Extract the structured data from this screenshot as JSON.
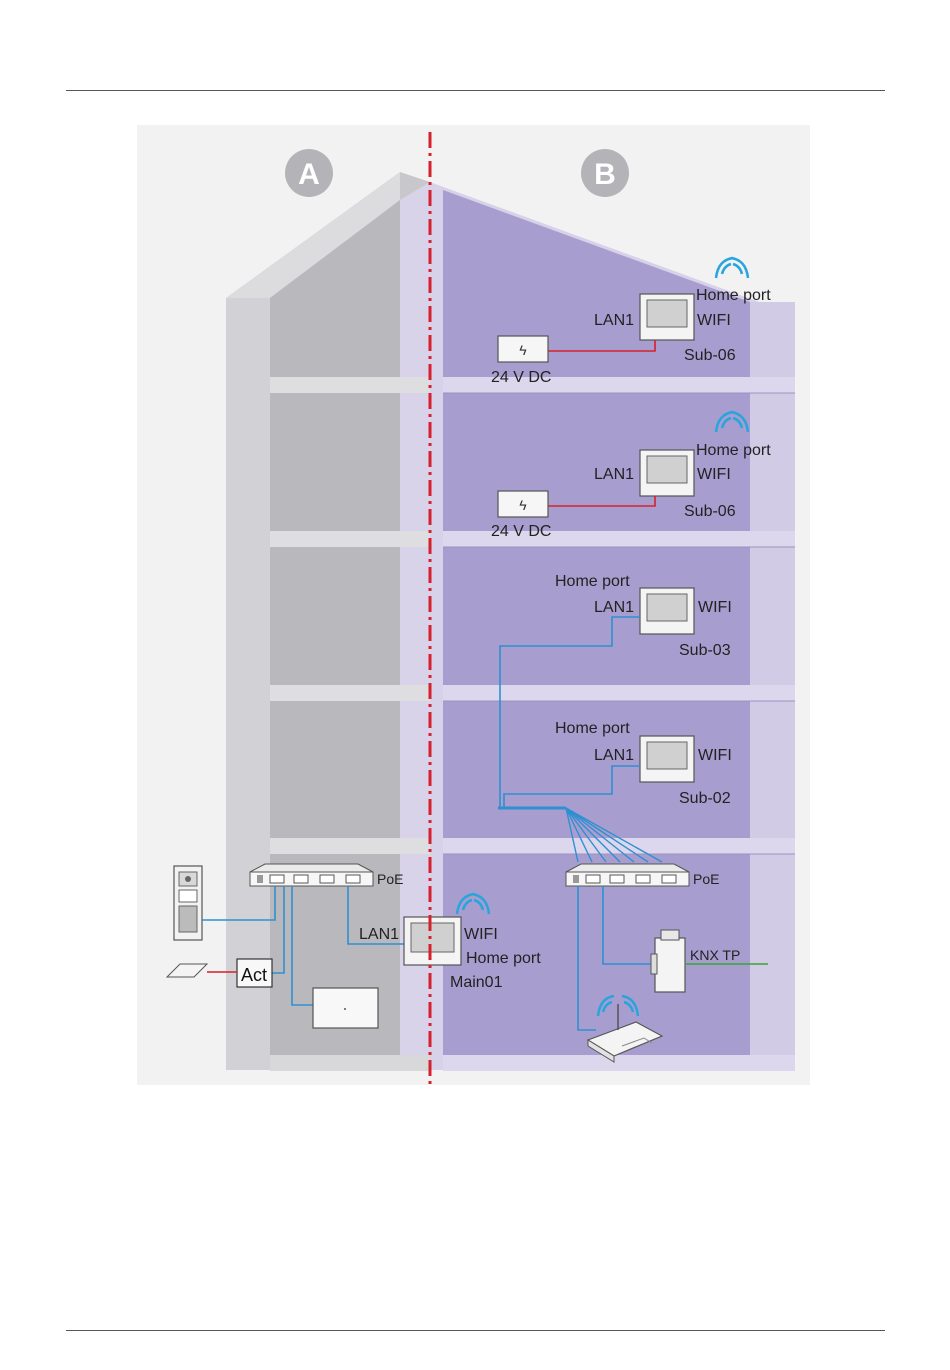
{
  "zones": {
    "a": "A",
    "b": "B"
  },
  "floor5": {
    "left_label": "LAN1",
    "right_top": "Home port",
    "right_mid": "WIFI",
    "name": "Sub-06",
    "psu": "24 V DC"
  },
  "floor4": {
    "left_label": "LAN1",
    "right_top": "Home port",
    "right_mid": "WIFI",
    "name": "Sub-06",
    "psu": "24 V DC"
  },
  "floor3": {
    "top_label": "Home port",
    "left_label": "LAN1",
    "right_mid": "WIFI",
    "name": "Sub-03"
  },
  "floor2": {
    "top_label": "Home port",
    "left_label": "LAN1",
    "right_mid": "WIFI",
    "name": "Sub-02"
  },
  "ground": {
    "switch_a": "PoE",
    "switch_b": "PoE",
    "actuator": "Act",
    "main_lan": "LAN1",
    "main_wifi": "WIFI",
    "main_home": "Home port",
    "main_name": "Main01",
    "knx": "KNX TP"
  },
  "colors": {
    "lan": "#2f8fd0",
    "power": "#d6202c",
    "knx": "#3aa335",
    "divider": "#d6202c",
    "zone_b": "#a79ecf",
    "zone_a": "#c4c4c8"
  }
}
